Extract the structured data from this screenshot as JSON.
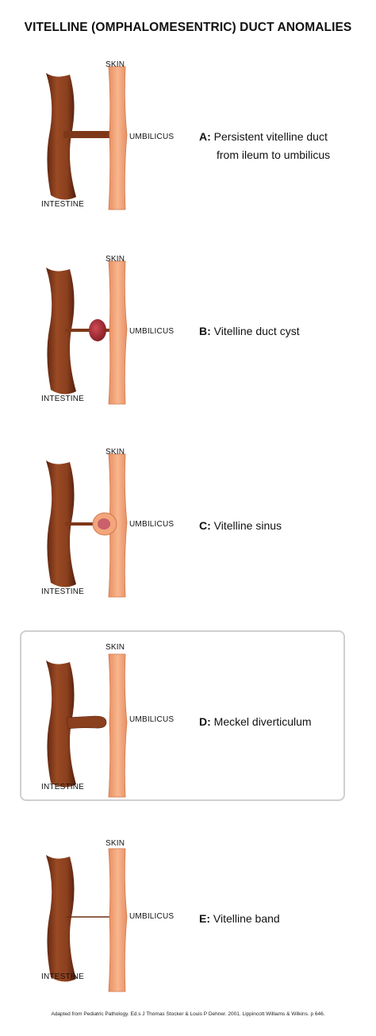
{
  "title": "VITELLINE (OMPHALOMESENTRIC) DUCT ANOMALIES",
  "labels": {
    "skin": "SKIN",
    "umbilicus": "UMBILICUS",
    "intestine": "INTESTINE"
  },
  "colors": {
    "intestine": "#8a3f1e",
    "skin": "#f2a579",
    "cyst": "#a0272f"
  },
  "panels": [
    {
      "letter": "A:",
      "caption": "Persistent vitelline duct",
      "caption_line2": "from ileum to umbilicus",
      "anomaly": "duct"
    },
    {
      "letter": "B:",
      "caption": "Vitelline duct cyst",
      "caption_line2": "",
      "anomaly": "cyst"
    },
    {
      "letter": "C:",
      "caption": "Vitelline sinus",
      "caption_line2": "",
      "anomaly": "sinus"
    },
    {
      "letter": "D:",
      "caption": "Meckel diverticulum",
      "caption_line2": "",
      "anomaly": "diverticulum"
    },
    {
      "letter": "E:",
      "caption": "Vitelline band",
      "caption_line2": "",
      "anomaly": "band"
    }
  ],
  "footer": "Adapted from Pediatric Pathology. Ed.s J Thomas Stocker & Louis P Dehner. 2001. Lippincott Williams & Wilkins. p 646."
}
